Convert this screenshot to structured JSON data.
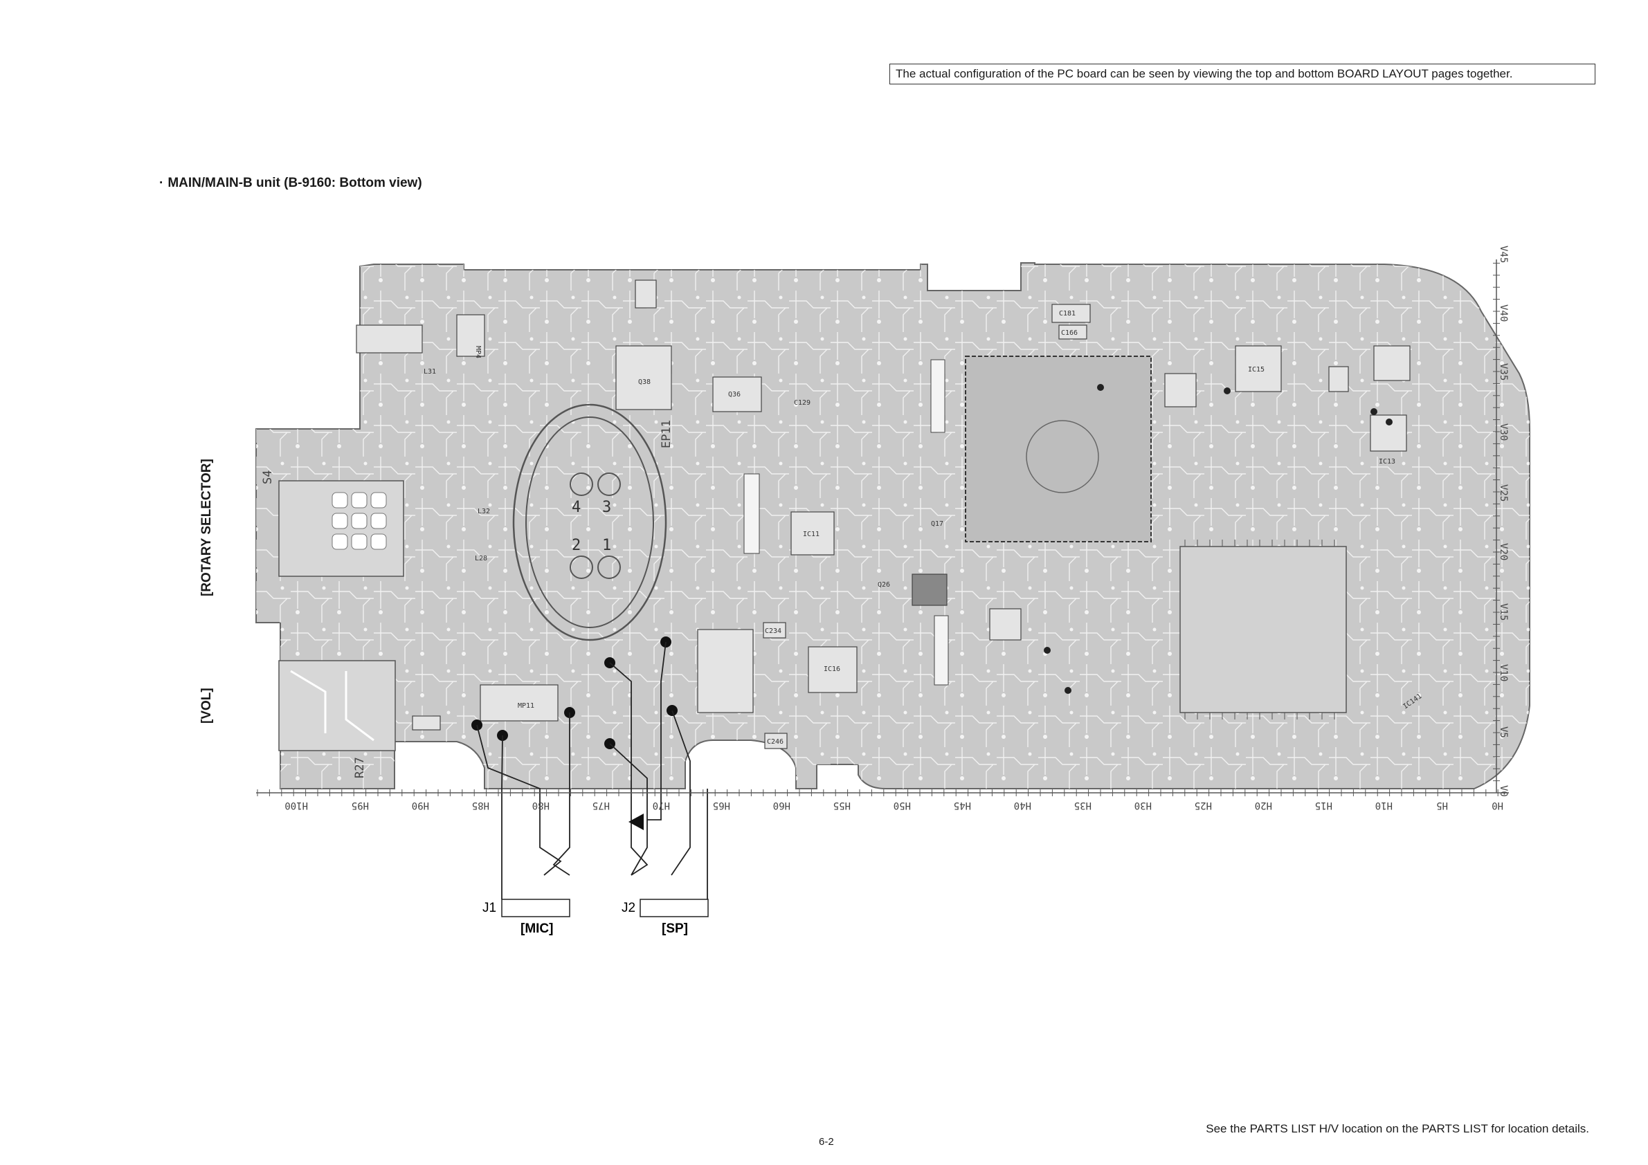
{
  "header": {
    "note": "The actual configuration of the PC board can be seen by viewing the top and bottom BOARD LAYOUT pages together."
  },
  "unit": {
    "bullet": "·",
    "title": "MAIN/MAIN-B unit (B-9160: Bottom view)"
  },
  "side_labels": {
    "rotary": "[ROTARY SELECTOR]",
    "vol": "[VOL]"
  },
  "board": {
    "silk": [
      "S4",
      "R27",
      "EP11",
      "1",
      "2",
      "3",
      "4",
      "IC15",
      "IC13",
      "IC16",
      "IC11",
      "Q36",
      "Q38",
      "C181",
      "C166",
      "C129",
      "C234",
      "C246",
      "L31",
      "L32",
      "L28",
      "MP11",
      "MP4",
      "Q26",
      "Q17",
      "IC141"
    ],
    "h_axis": [
      "H100",
      "H95",
      "H90",
      "H85",
      "H80",
      "H75",
      "H70",
      "H65",
      "H60",
      "H55",
      "H50",
      "H45",
      "H40",
      "H35",
      "H30",
      "H25",
      "H20",
      "H15",
      "H10",
      "H5",
      "H0"
    ],
    "v_axis": [
      "V0",
      "V5",
      "V10",
      "V15",
      "V20",
      "V25",
      "V30",
      "V35",
      "V40",
      "V45"
    ]
  },
  "connectors": {
    "j1": {
      "ref": "J1",
      "label": "[MIC]"
    },
    "j2": {
      "ref": "J2",
      "label": "[SP]"
    }
  },
  "footer": {
    "note": "See the PARTS LIST H/V location on the PARTS LIST for location details.",
    "page": "6-2"
  }
}
